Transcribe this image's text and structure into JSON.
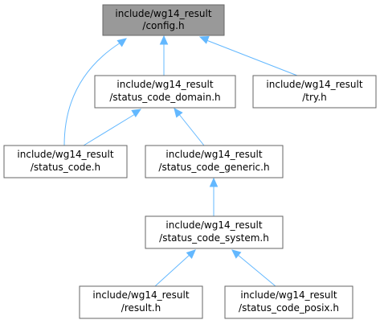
{
  "nodes": [
    {
      "id": "config",
      "line1": "include/wg14_result",
      "line2": "/config.h",
      "highlight": true
    },
    {
      "id": "status_code_domain",
      "line1": "include/wg14_result",
      "line2": "/status_code_domain.h"
    },
    {
      "id": "try",
      "line1": "include/wg14_result",
      "line2": "/try.h"
    },
    {
      "id": "status_code",
      "line1": "include/wg14_result",
      "line2": "/status_code.h"
    },
    {
      "id": "status_code_generic",
      "line1": "include/wg14_result",
      "line2": "/status_code_generic.h"
    },
    {
      "id": "status_code_system",
      "line1": "include/wg14_result",
      "line2": "/status_code_system.h"
    },
    {
      "id": "result",
      "line1": "include/wg14_result",
      "line2": "/result.h"
    },
    {
      "id": "status_code_posix",
      "line1": "include/wg14_result",
      "line2": "/status_code_posix.h"
    }
  ],
  "edges": [
    {
      "from": "status_code_domain",
      "to": "config"
    },
    {
      "from": "try",
      "to": "config"
    },
    {
      "from": "status_code",
      "to": "config"
    },
    {
      "from": "status_code",
      "to": "status_code_domain"
    },
    {
      "from": "status_code_generic",
      "to": "status_code_domain"
    },
    {
      "from": "status_code_system",
      "to": "status_code_generic"
    },
    {
      "from": "result",
      "to": "status_code_system"
    },
    {
      "from": "status_code_posix",
      "to": "status_code_system"
    }
  ],
  "colors": {
    "edge": "#63b8ff",
    "root_fill": "#999999",
    "node_border": "#666666"
  }
}
